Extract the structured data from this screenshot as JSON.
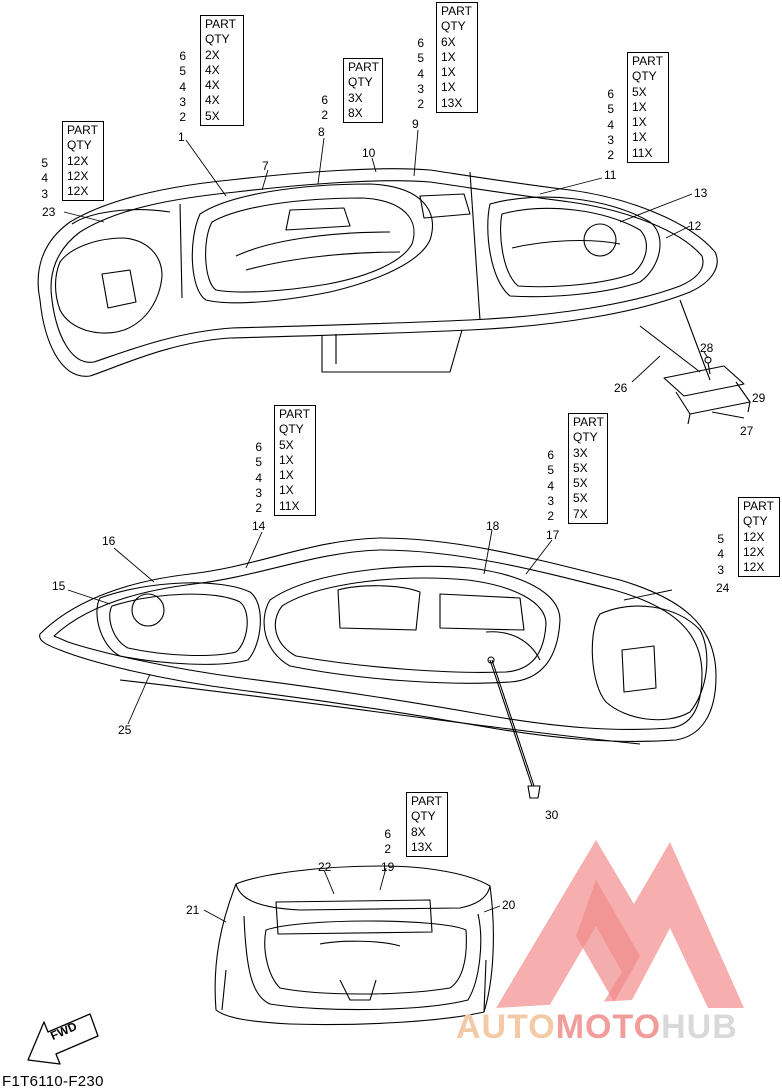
{
  "diagram": {
    "code": "F1T6110-F230",
    "fwd_label": "FWD",
    "watermark": {
      "part1": "AUTO",
      "part2": "MOTO",
      "part3": "HUB"
    },
    "qty_header": {
      "line1": "PART",
      "line2": "QTY"
    },
    "qty_tables": [
      {
        "id": "t1",
        "rows": [
          {
            "part": "6",
            "qty": "2X"
          },
          {
            "part": "5",
            "qty": "4X"
          },
          {
            "part": "4",
            "qty": "4X"
          },
          {
            "part": "3",
            "qty": "4X"
          },
          {
            "part": "2",
            "qty": "5X"
          }
        ]
      },
      {
        "id": "t2",
        "rows": [
          {
            "part": "6",
            "qty": "3X"
          },
          {
            "part": "2",
            "qty": "8X"
          }
        ]
      },
      {
        "id": "t3",
        "rows": [
          {
            "part": "6",
            "qty": "6X"
          },
          {
            "part": "5",
            "qty": "1X"
          },
          {
            "part": "4",
            "qty": "1X"
          },
          {
            "part": "3",
            "qty": "1X"
          },
          {
            "part": "2",
            "qty": "13X"
          }
        ]
      },
      {
        "id": "t4",
        "rows": [
          {
            "part": "6",
            "qty": "5X"
          },
          {
            "part": "5",
            "qty": "1X"
          },
          {
            "part": "4",
            "qty": "1X"
          },
          {
            "part": "3",
            "qty": "1X"
          },
          {
            "part": "2",
            "qty": "11X"
          }
        ]
      },
      {
        "id": "t5",
        "rows": [
          {
            "part": "5",
            "qty": "12X"
          },
          {
            "part": "4",
            "qty": "12X"
          },
          {
            "part": "3",
            "qty": "12X"
          }
        ]
      },
      {
        "id": "t6",
        "rows": [
          {
            "part": "6",
            "qty": "5X"
          },
          {
            "part": "5",
            "qty": "1X"
          },
          {
            "part": "4",
            "qty": "1X"
          },
          {
            "part": "3",
            "qty": "1X"
          },
          {
            "part": "2",
            "qty": "11X"
          }
        ]
      },
      {
        "id": "t7",
        "rows": [
          {
            "part": "6",
            "qty": "3X"
          },
          {
            "part": "5",
            "qty": "5X"
          },
          {
            "part": "4",
            "qty": "5X"
          },
          {
            "part": "3",
            "qty": "5X"
          },
          {
            "part": "2",
            "qty": "7X"
          }
        ]
      },
      {
        "id": "t8",
        "rows": [
          {
            "part": "5",
            "qty": "12X"
          },
          {
            "part": "4",
            "qty": "12X"
          },
          {
            "part": "3",
            "qty": "12X"
          }
        ]
      },
      {
        "id": "t9",
        "rows": [
          {
            "part": "6",
            "qty": "8X"
          },
          {
            "part": "2",
            "qty": "13X"
          }
        ]
      }
    ],
    "callouts": [
      "1",
      "7",
      "8",
      "9",
      "10",
      "11",
      "12",
      "13",
      "23",
      "26",
      "27",
      "28",
      "29",
      "14",
      "15",
      "16",
      "17",
      "18",
      "24",
      "25",
      "30",
      "19",
      "20",
      "21",
      "22"
    ]
  }
}
